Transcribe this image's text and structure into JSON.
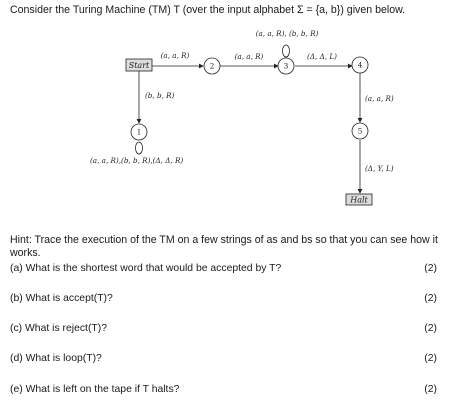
{
  "intro_text": "Consider the Turing Machine (TM) T (over the input alphabet Σ = {a, b}) given below.",
  "diagram": {
    "start_label": "Start",
    "halt_label": "Halt",
    "nodes": [
      "1",
      "2",
      "3",
      "4",
      "5"
    ],
    "edges": {
      "start_to_2": "(a, a, R)",
      "n2_to_3": "(a, a, R)",
      "n3_loop": "(a, a, R), (b, b, R)",
      "n3_to_4": "(Δ, Δ, L)",
      "start_to_1": "(b, b, R)",
      "n1_loop": "(a, a, R),(b, b, R),(Δ, Δ, R)",
      "n4_to_5": "(a, a, R)",
      "n5_to_halt": "(Δ, Y, L)"
    }
  },
  "hint_line1": "Hint: Trace the execution of the TM on a few strings of as and bs so that you can see how it",
  "hint_line2": "works.",
  "questions": [
    {
      "label": "(a)  What is the shortest word that would be accepted by T?",
      "marks": "(2)"
    },
    {
      "label": "(b)  What is accept(T)?",
      "marks": "(2)"
    },
    {
      "label": "(c)  What is reject(T)?",
      "marks": "(2)"
    },
    {
      "label": "(d)  What is loop(T)?",
      "marks": "(2)"
    },
    {
      "label": "(e)  What is left on the tape if T halts?",
      "marks": "(2)"
    }
  ]
}
